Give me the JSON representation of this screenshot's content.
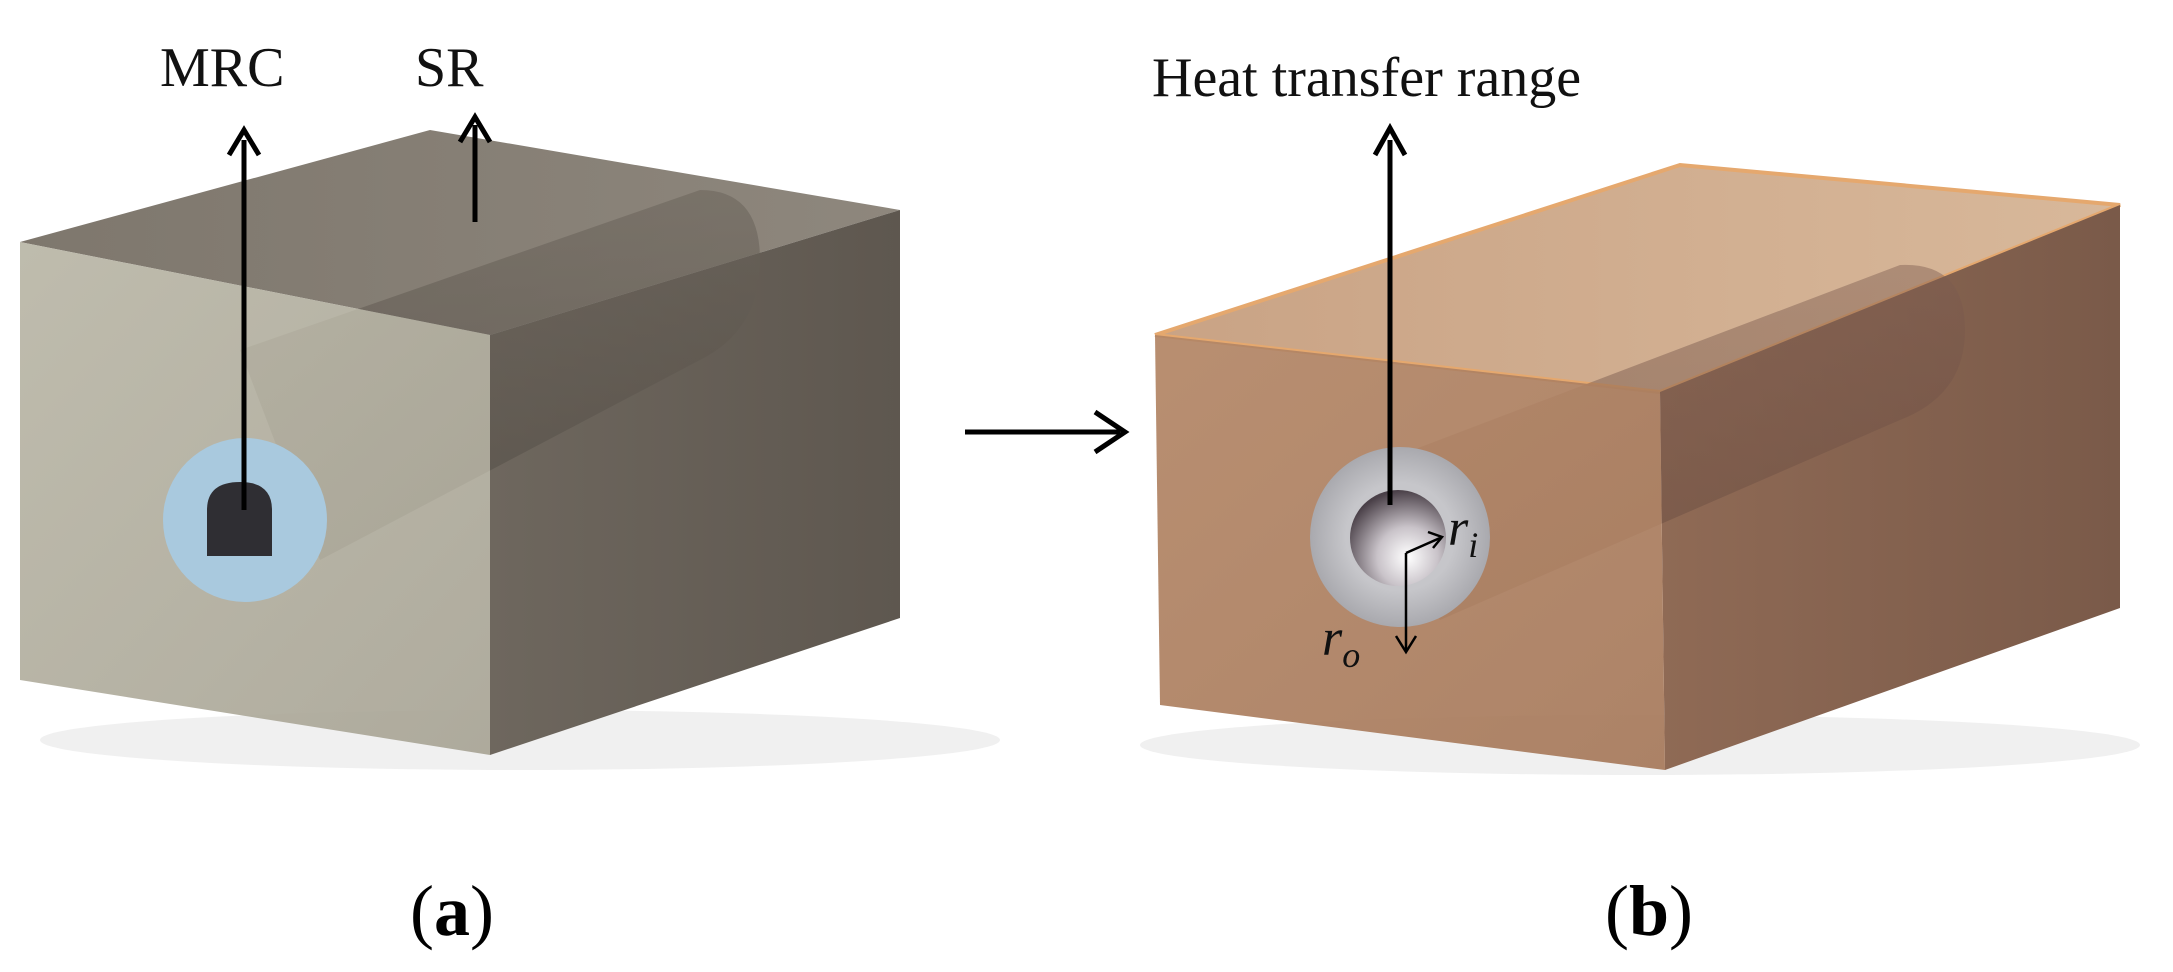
{
  "panel_a": {
    "caption_open": "(",
    "caption_letter": "a",
    "caption_close": ")",
    "label_mrc": "MRC",
    "label_sr": "SR",
    "box_color": "#726b62",
    "ring_color": "#a9c9de"
  },
  "panel_b": {
    "caption_open": "(",
    "caption_letter": "b",
    "caption_close": ")",
    "label_heat": "Heat transfer range",
    "label_ri_base": "r",
    "label_ri_sub": "i",
    "label_ro_base": "r",
    "label_ro_sub": "o",
    "box_color": "#a0785a",
    "top_edge_color": "#e5a86e",
    "ring_color": "#b9b9bd"
  },
  "connector": {
    "arrow": "right-arrow-icon"
  }
}
